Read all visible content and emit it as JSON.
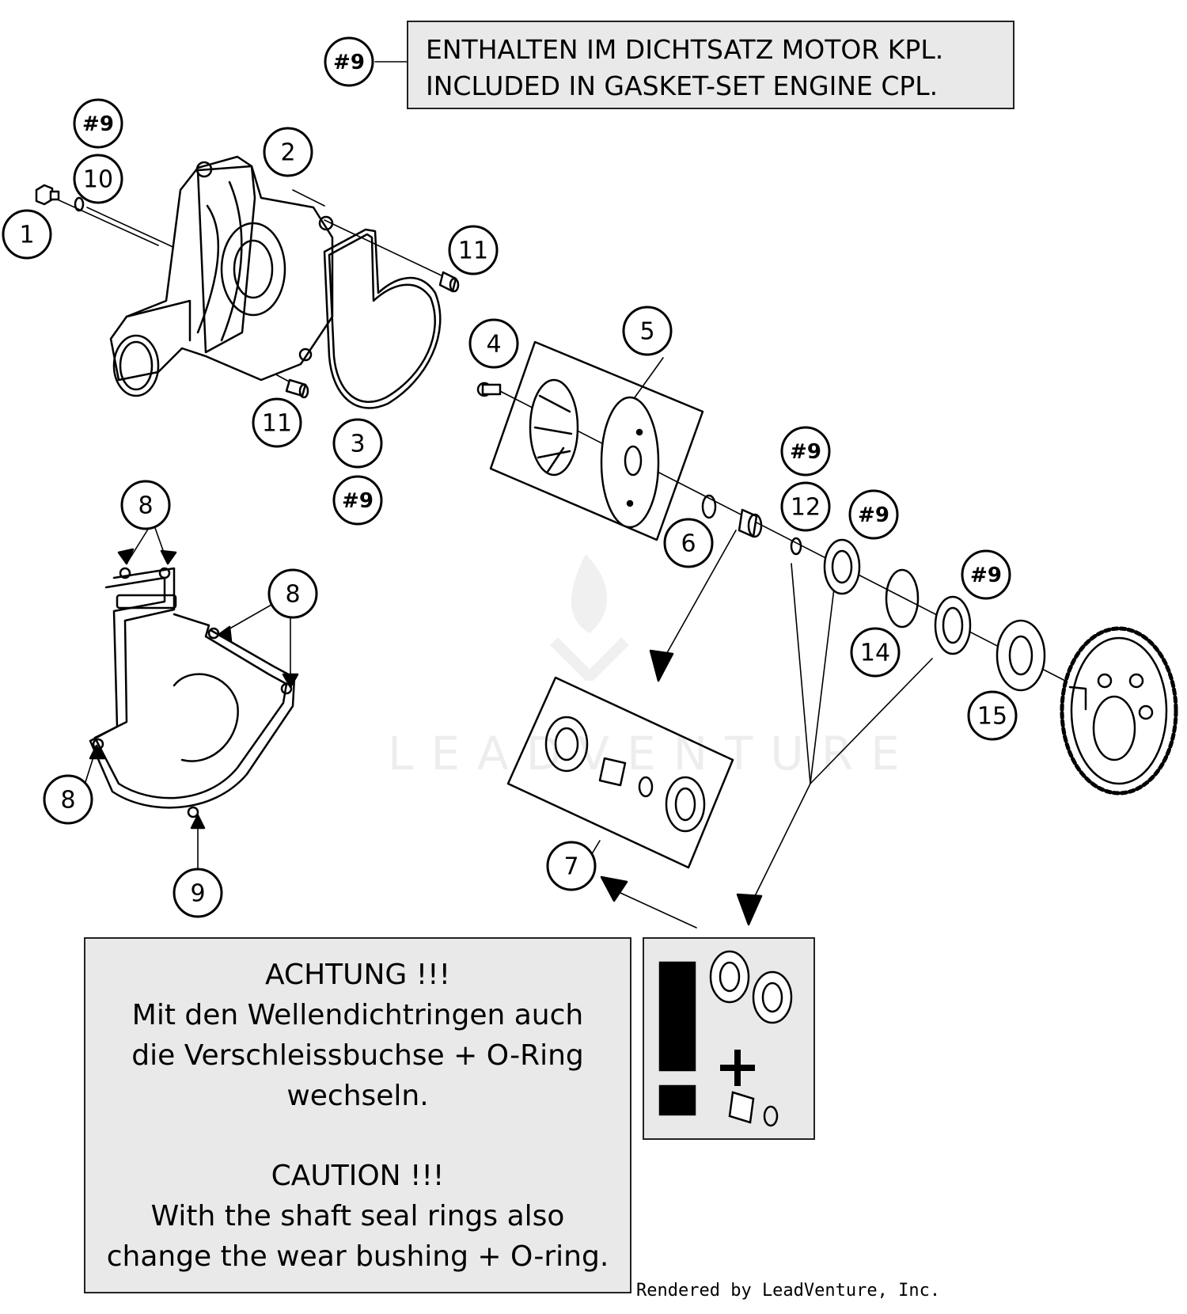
{
  "notes": {
    "gasket_ref": "#9",
    "gasket_line_de": "ENTHALTEN IM DICHTSATZ MOTOR KPL.",
    "gasket_line_en": "INCLUDED IN GASKET-SET ENGINE CPL.",
    "caution_de_title": "ACHTUNG !!!",
    "caution_de_1": "Mit den Wellendichtringen auch",
    "caution_de_2": "die Verschleissbuchse + O-Ring",
    "caution_de_3": "wechseln.",
    "caution_en_title": "CAUTION !!!",
    "caution_en_1": "With the shaft seal rings also",
    "caution_en_2": "change the wear bushing + O-ring."
  },
  "warning_glyphs": {
    "exclaim": "!",
    "plus": "+"
  },
  "callouts": [
    {
      "id": "c-hash9-top",
      "label": "#9"
    },
    {
      "id": "c-hash9-a",
      "label": "#9"
    },
    {
      "id": "c-10",
      "label": "10"
    },
    {
      "id": "c-1",
      "label": "1"
    },
    {
      "id": "c-2",
      "label": "2"
    },
    {
      "id": "c-11a",
      "label": "11"
    },
    {
      "id": "c-11b",
      "label": "11"
    },
    {
      "id": "c-3",
      "label": "3"
    },
    {
      "id": "c-hash9-b",
      "label": "#9"
    },
    {
      "id": "c-4",
      "label": "4"
    },
    {
      "id": "c-5",
      "label": "5"
    },
    {
      "id": "c-hash9-c",
      "label": "#9"
    },
    {
      "id": "c-12",
      "label": "12"
    },
    {
      "id": "c-hash9-d",
      "label": "#9"
    },
    {
      "id": "c-6",
      "label": "6"
    },
    {
      "id": "c-hash9-e",
      "label": "#9"
    },
    {
      "id": "c-14",
      "label": "14"
    },
    {
      "id": "c-15",
      "label": "15"
    },
    {
      "id": "c-8a",
      "label": "8"
    },
    {
      "id": "c-8b",
      "label": "8"
    },
    {
      "id": "c-8c",
      "label": "8"
    },
    {
      "id": "c-9",
      "label": "9"
    },
    {
      "id": "c-7",
      "label": "7"
    }
  ],
  "watermark": "LEADVENTURE",
  "credit": "Rendered by LeadVenture, Inc."
}
